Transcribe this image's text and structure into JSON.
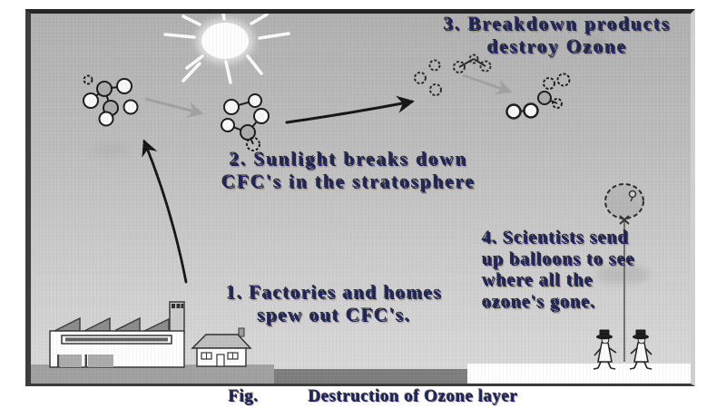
{
  "figure": {
    "caption_label": "Fig.",
    "caption_title": "Destruction of Ozone layer"
  },
  "annotations": {
    "step1": "1. Factories and homes\nspew out CFC's.",
    "step2": "2. Sunlight breaks down\nCFC's in the stratosphere",
    "step3": "3. Breakdown products\ndestroy Ozone",
    "step4": "4. Scientists send\nup balloons to see\nwhere all the\nozone's gone."
  },
  "scene": {
    "icons": [
      "sun-icon",
      "cfc-molecule-icon",
      "broken-cfc-molecule-icon",
      "breakdown-products-icon",
      "ozone-molecule-icon",
      "emission-arrow-icon",
      "transport-arrow-icon",
      "drift-arrow-icon",
      "factory-icon",
      "house-icon",
      "balloon-icon",
      "scientist-icon"
    ]
  },
  "colors": {
    "sky_top": "#b0b0b0",
    "sky_bottom": "#d9d9d9",
    "annotation_text": "#1c2466",
    "caption_text": "#1b2364",
    "ground_left": "#a0a0a0",
    "ground_middle": "#7d7d7d",
    "ground_right": "#fefefe",
    "frame_dark": "#2e2e2e",
    "frame_light": "#cfcfcf",
    "molecule_gray": "#ababab",
    "molecule_white": "#f8f8f8",
    "sun_white": "#fdfdfd",
    "balloon_gray": "#b6b6b6"
  }
}
